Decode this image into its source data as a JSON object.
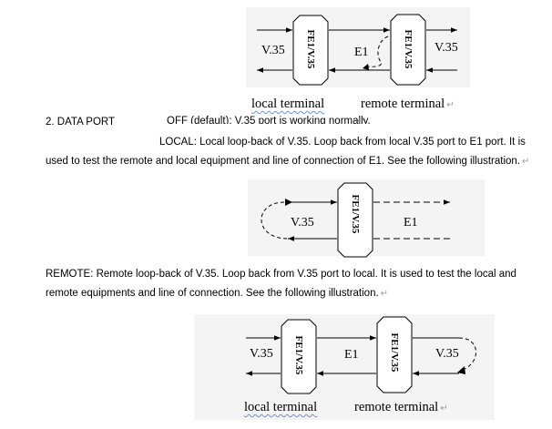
{
  "diagram1": {
    "left_box": "FE1/V.35",
    "right_box": "FE1/V.35",
    "left_label": "V.35",
    "middle_label": "E1",
    "right_label": "V.35",
    "caption_local": "local terminal",
    "caption_remote": "remote terminal"
  },
  "text": {
    "heading_item": "2. DATA PORT",
    "heading_off": "OFF (default): V.35 port is working normally.",
    "local_line1": "LOCAL: Local loop-back of V.35. Loop back from local V.35 port to E1 port. It is",
    "local_line2": "used to test the remote and local equipment and line of connection of E1. See the following illustration.",
    "remote_line1": "REMOTE: Remote loop-back of V.35. Loop back from V.35 port to local. It is used to test the local and",
    "remote_line2": "remote equipments and line of connection. See the following illustration."
  },
  "diagram2": {
    "box": "FE1/V.35",
    "left_label": "V.35",
    "right_label": "E1"
  },
  "diagram3": {
    "left_box": "FE1/V.35",
    "right_box": "FE1/V.35",
    "left_label": "V.35",
    "middle_label": "E1",
    "right_label": "V.35",
    "caption_local": "local terminal",
    "caption_remote": "remote terminal"
  },
  "marks": {
    "return_mark": "↵"
  }
}
